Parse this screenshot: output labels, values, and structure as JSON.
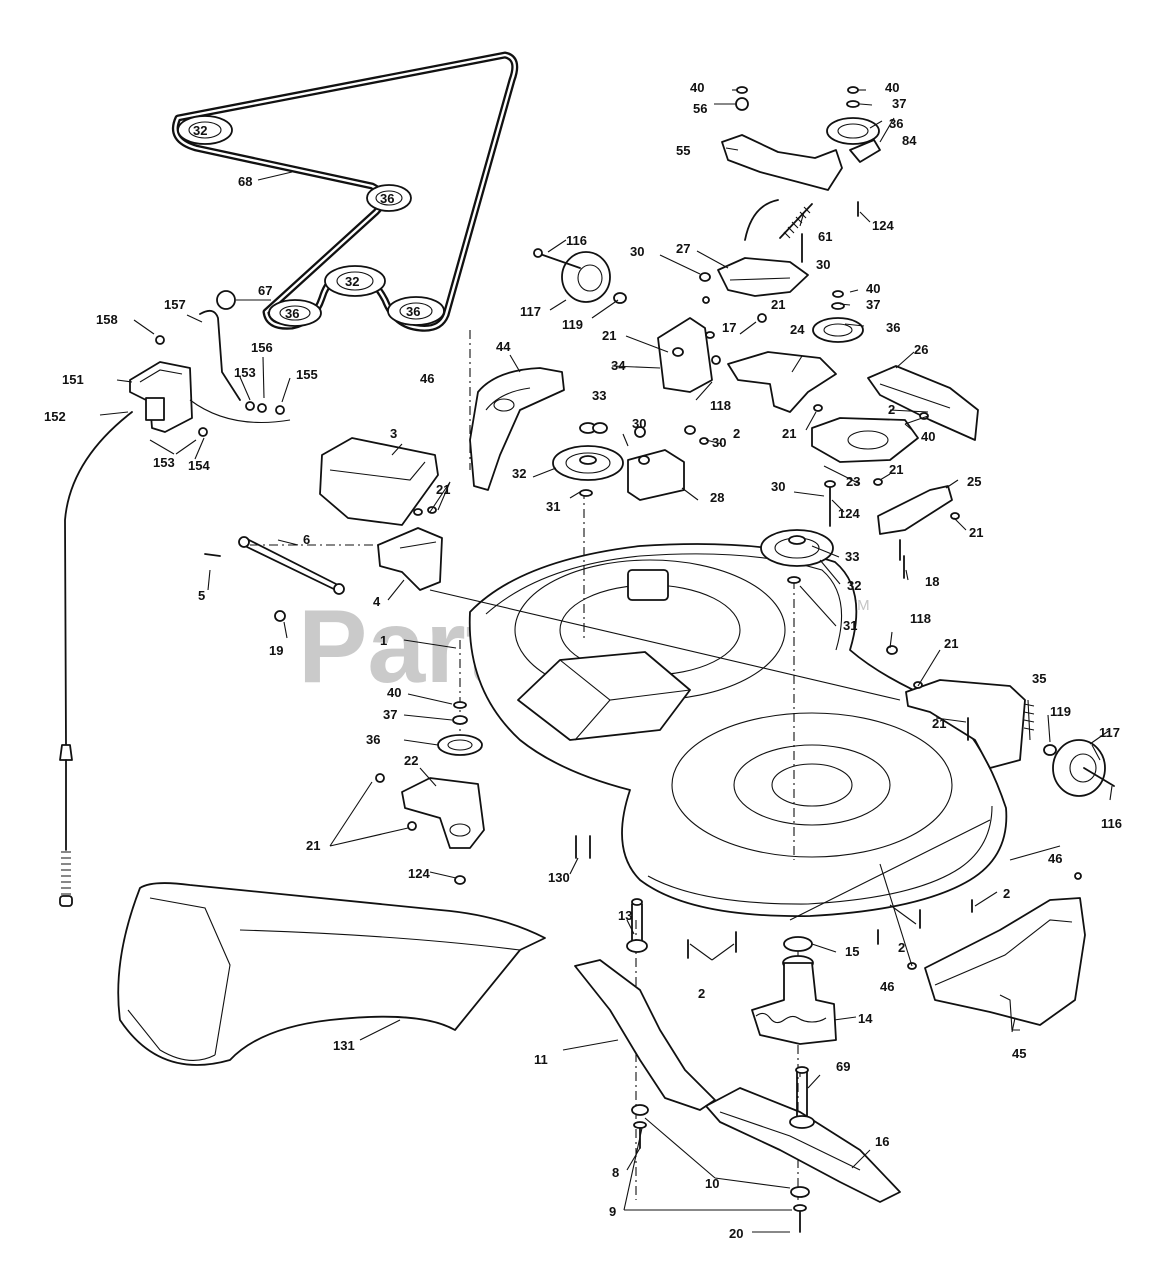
{
  "watermark": {
    "text": "PartsTree",
    "trademark": "TM"
  },
  "callouts": {
    "c1": "1",
    "c2a": "2",
    "c2b": "2",
    "c2c": "2",
    "c2d": "2",
    "c2e": "2",
    "c3": "3",
    "c4": "4",
    "c5": "5",
    "c6": "6",
    "c8": "8",
    "c9": "9",
    "c10": "10",
    "c11": "11",
    "c13": "13",
    "c14": "14",
    "c15": "15",
    "c16": "16",
    "c17": "17",
    "c18": "18",
    "c19": "19",
    "c20": "20",
    "c21a": "21",
    "c21b": "21",
    "c21c": "21",
    "c21d": "21",
    "c21e": "21",
    "c21f": "21",
    "c21g": "21",
    "c21h": "21",
    "c21i": "21",
    "c22": "22",
    "c23": "23",
    "c24": "24",
    "c25": "25",
    "c26": "26",
    "c27": "27",
    "c28": "28",
    "c30a": "30",
    "c30b": "30",
    "c30c": "30",
    "c30d": "30",
    "c30e": "30",
    "c31a": "31",
    "c31b": "31",
    "c32a": "32",
    "c32b": "32",
    "c32c": "32",
    "c32d": "32",
    "c33a": "33",
    "c33b": "33",
    "c34": "34",
    "c35": "35",
    "c36a": "36",
    "c36b": "36",
    "c36c": "36",
    "c36d": "36",
    "c36e": "36",
    "c36f": "36",
    "c37a": "37",
    "c37b": "37",
    "c37c": "37",
    "c40a": "40",
    "c40b": "40",
    "c40c": "40",
    "c40d": "40",
    "c40e": "40",
    "c44": "44",
    "c45": "45",
    "c46a": "46",
    "c46b": "46",
    "c46c": "46",
    "c55": "55",
    "c56": "56",
    "c61": "61",
    "c67": "67",
    "c68": "68",
    "c69": "69",
    "c84": "84",
    "c116a": "116",
    "c116b": "116",
    "c117a": "117",
    "c117b": "117",
    "c118a": "118",
    "c118b": "118",
    "c119a": "119",
    "c119b": "119",
    "c124a": "124",
    "c124b": "124",
    "c124c": "124",
    "c130": "130",
    "c131": "131",
    "c151": "151",
    "c152": "152",
    "c153a": "153",
    "c153b": "153",
    "c154": "154",
    "c155": "155",
    "c156": "156",
    "c157": "157",
    "c158": "158"
  }
}
